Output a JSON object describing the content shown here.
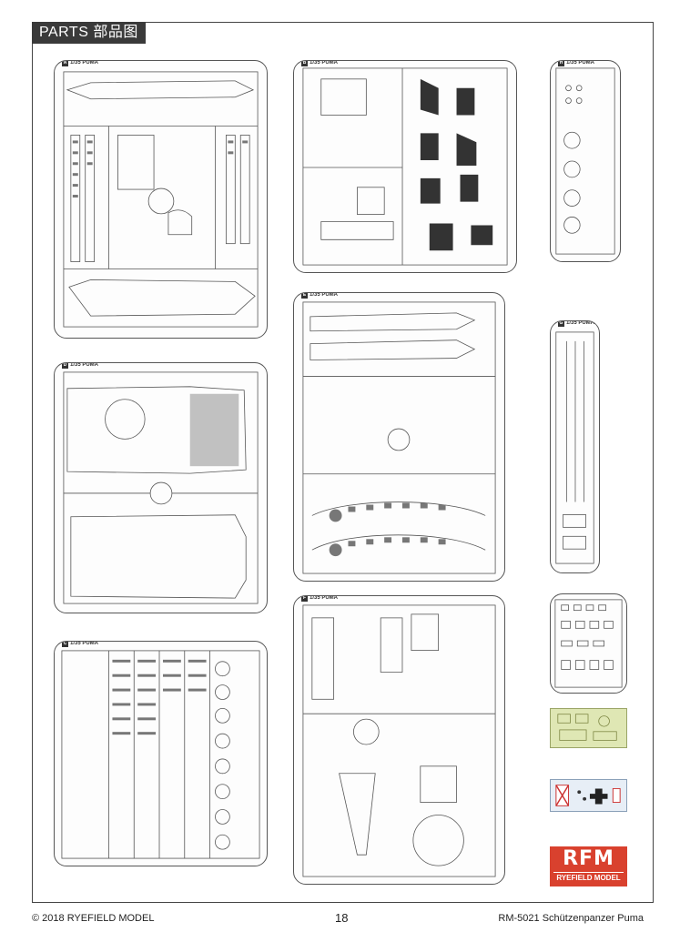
{
  "header": {
    "title": "PARTS  部品图"
  },
  "sprues": [
    {
      "letter": "A",
      "scale": "1/35 PUMA"
    },
    {
      "letter": "B",
      "scale": "1/35 PUMA"
    },
    {
      "letter": "D",
      "scale": "1/35 PUMA"
    },
    {
      "letter": "E",
      "scale": "1/35 PUMA"
    },
    {
      "letter": "C",
      "scale": "1/35 PUMA"
    },
    {
      "letter": "F",
      "scale": "1/35 PUMA"
    },
    {
      "letter": "H",
      "scale": "1/35 PUMA"
    },
    {
      "letter": "G",
      "scale": "1/35 PUMA"
    }
  ],
  "logo": {
    "mark": "RFM",
    "text": "RYEFIELD MODEL"
  },
  "footer": {
    "copyright": "© 2018 RYEFIELD MODEL",
    "page_number": "18",
    "product": "RM-5021 Schützenpanzer Puma"
  },
  "colors": {
    "logo": "#d9412e",
    "pe": "#dfe7b4",
    "decal": "#e7eef6"
  }
}
